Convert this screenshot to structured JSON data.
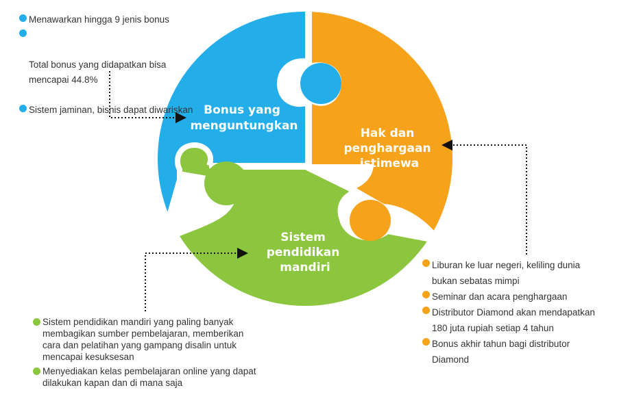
{
  "segments": [
    {
      "id": "blue",
      "label_lines": [
        "Bonus yang",
        "menguntungkan"
      ],
      "color": "#23aeea",
      "notes": [
        "Menawarkan hingga 9 jenis bonus",
        "Total bonus yang didapatkan bisa\nmencapai 44.8%",
        "Sistem jaminan, bisnis dapat diwariskan"
      ]
    },
    {
      "id": "orange",
      "label_lines": [
        "Hak dan",
        "penghargaan",
        "istimewa"
      ],
      "color": "#f7a21b",
      "notes": [
        "Liburan ke luar negeri, keliling dunia\nbukan sebatas mimpi",
        "Seminar dan acara penghargaan",
        "Distributor Diamond akan mendapatkan\n180 juta rupiah setiap 4 tahun",
        "Bonus akhir tahun bagi distributor\nDiamond"
      ]
    },
    {
      "id": "green",
      "label_lines": [
        "Sistem",
        "pendidikan",
        "mandiri"
      ],
      "color": "#8cc63f",
      "notes": [
        "Sistem pendidikan mandiri yang paling banyak\nmembagikan sumber pembelajaran, memberikan\ncara dan pelatihan yang gampang disalin untuk\nmencapai kesuksesan",
        "Menyediakan kelas pembelajaran online yang dapat\ndilakukan kapan dan di mana saja"
      ]
    }
  ]
}
